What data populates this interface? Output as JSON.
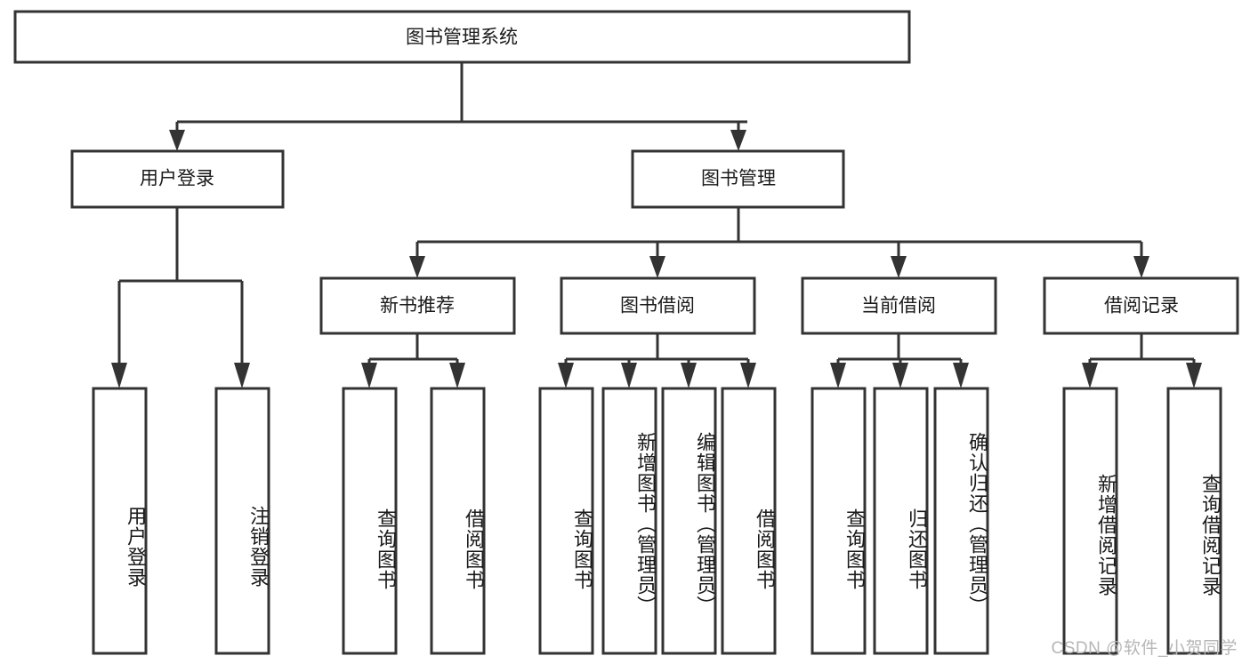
{
  "diagram": {
    "type": "tree",
    "title": "图书管理系统",
    "watermark": "CSDN @软件_小贺同学",
    "colors": {
      "box_stroke": "#333333",
      "box_fill": "#ffffff",
      "text": "#1a1a1a",
      "watermark": "#b6b6b6",
      "background": "#ffffff"
    },
    "root": {
      "label": "图书管理系统",
      "level": 0
    },
    "level1": [
      {
        "label": "用户登录"
      },
      {
        "label": "图书管理"
      }
    ],
    "level2": [
      {
        "label": "新书推荐"
      },
      {
        "label": "图书借阅"
      },
      {
        "label": "当前借阅"
      },
      {
        "label": "借阅记录"
      }
    ],
    "leaves": {
      "user_login": [
        {
          "label": "用户登录"
        },
        {
          "label": "注销登录"
        }
      ],
      "new_book_recommend": [
        {
          "label": "查询图书"
        },
        {
          "label": "借阅图书"
        }
      ],
      "book_borrow": [
        {
          "label": "查询图书"
        },
        {
          "label": "新增图书（管理员）"
        },
        {
          "label": "编辑图书（管理员）"
        },
        {
          "label": "借阅图书"
        }
      ],
      "current_borrow": [
        {
          "label": "查询图书"
        },
        {
          "label": "归还图书"
        },
        {
          "label": "确认归还（管理员）"
        }
      ],
      "borrow_record": [
        {
          "label": "新增借阅记录"
        },
        {
          "label": "查询借阅记录"
        }
      ]
    }
  }
}
